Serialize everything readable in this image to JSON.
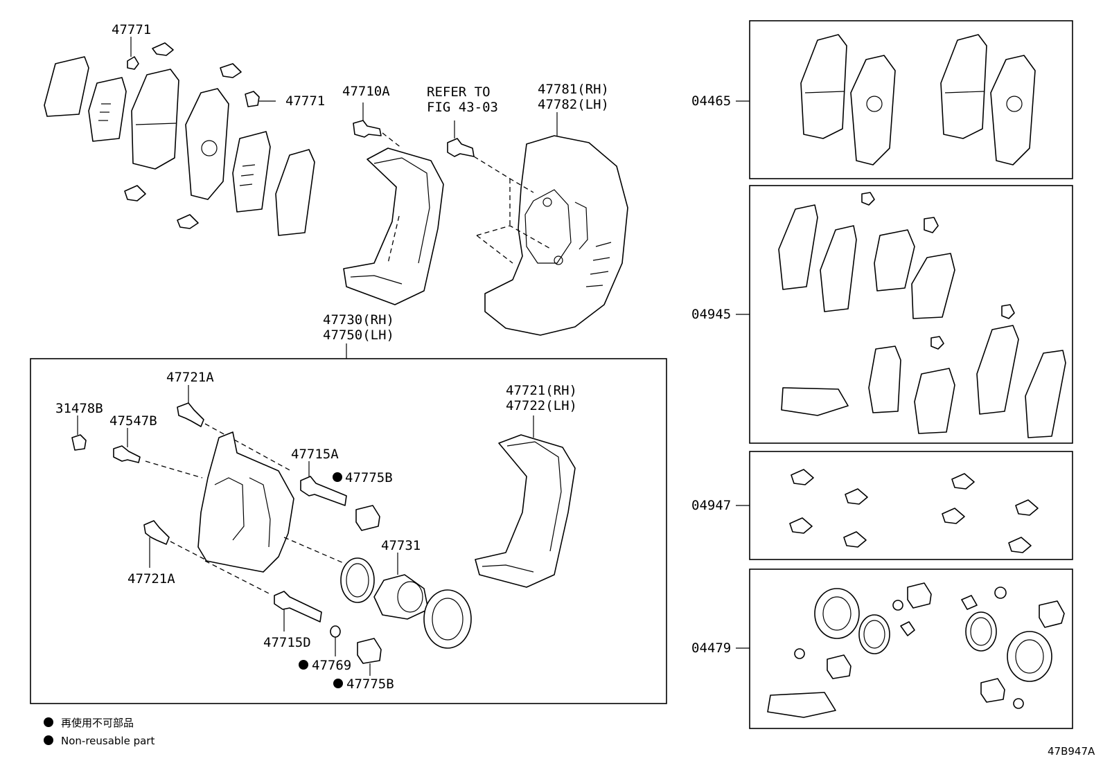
{
  "labels": {
    "clip_top": "47771",
    "clip_right": "47771",
    "bolt_mount": "47710A",
    "refer_line1": "REFER TO",
    "refer_line2": "FIG 43-03",
    "shield_rh": "47781(RH)",
    "shield_lh": "47782(LH)",
    "caliper_rh": "47730(RH)",
    "caliper_lh": "47750(LH)",
    "bolt_upper": "47721A",
    "bleeder_cap": "31478B",
    "bleeder": "47547B",
    "pin_a": "47715A",
    "boot_upper": "47775B",
    "mounting_rh": "47721(RH)",
    "mounting_lh": "47722(LH)",
    "piston": "47731",
    "bolt_lower": "47721A",
    "pin_d": "47715D",
    "washer": "47769",
    "boot_lower": "47775B"
  },
  "kits": {
    "pads": "04465",
    "shims": "04945",
    "clips": "04947",
    "seals": "04479"
  },
  "legend": {
    "jp": "再使用不可部品",
    "en": "Non-reusable part"
  },
  "figure_id": "47B947A"
}
